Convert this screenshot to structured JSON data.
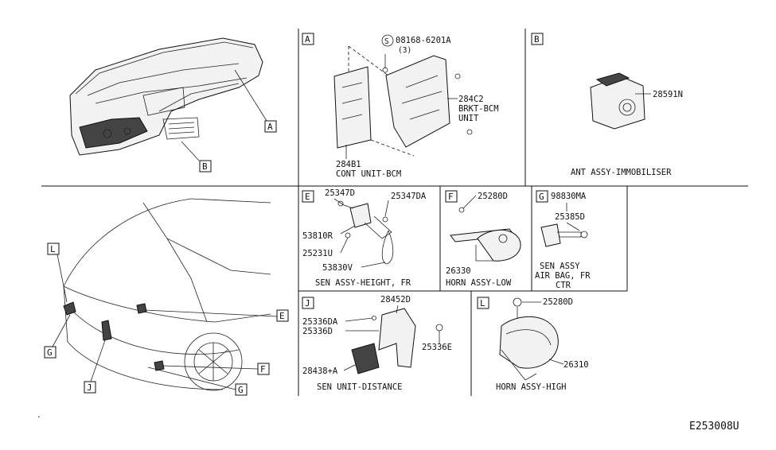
{
  "diagram_code": "E253008U",
  "section_labels": {
    "A": "A",
    "B": "B",
    "E": "E",
    "F": "F",
    "G": "G",
    "J": "J",
    "L": "L"
  },
  "section_A": {
    "screw_symbol": "S",
    "screw_part": "08168-6201A",
    "screw_qty": "(3)",
    "bracket_part": "284C2",
    "bracket_name_1": "BRKT-BCM",
    "bracket_name_2": "UNIT",
    "unit_part": "284B1",
    "unit_name": "CONT UNIT-BCM"
  },
  "section_B": {
    "part": "28591N",
    "name": "ANT ASSY-IMMOBILISER"
  },
  "section_E": {
    "p1": "25347D",
    "p2": "25347DA",
    "p3": "53810R",
    "p4": "25231U",
    "p5": "53830V",
    "name": "SEN ASSY-HEIGHT, FR"
  },
  "section_F": {
    "p1": "25280D",
    "p2": "26330",
    "name": "HORN ASSY-LOW"
  },
  "section_G": {
    "p1": "98830MA",
    "p2": "25385D",
    "name_1": "SEN ASSY",
    "name_2": "AIR BAG, FR",
    "name_3": "CTR"
  },
  "section_J": {
    "p1": "28452D",
    "p2": "25336DA",
    "p3": "25336D",
    "p4": "25336E",
    "p5": "28438+A",
    "name": "SEN UNIT-DISTANCE"
  },
  "section_L": {
    "p1": "25280D",
    "p2": "26310",
    "name": "HORN ASSY-HIGH"
  },
  "overview_callouts": {
    "dash_A": "A",
    "dash_B": "B",
    "car_L": "L",
    "car_E": "E",
    "car_G1": "G",
    "car_J": "J",
    "car_F": "F",
    "car_G2": "G"
  }
}
